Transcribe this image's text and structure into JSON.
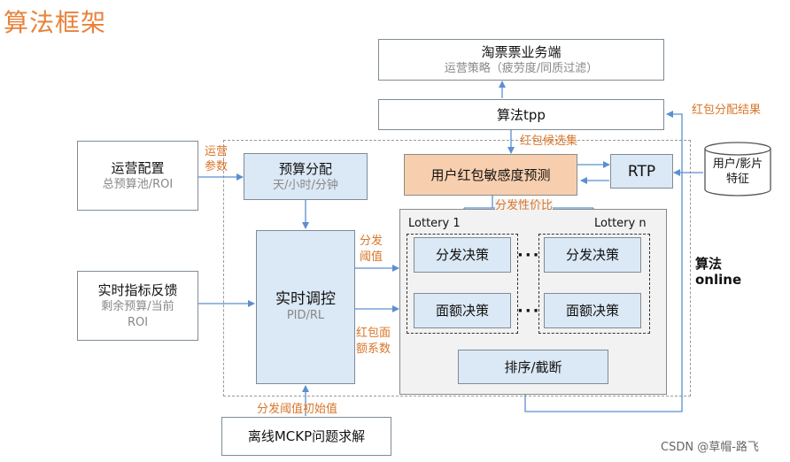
{
  "title": "算法框架",
  "boxes": {
    "ticket_app": {
      "main": "淘票票业务端",
      "sub": "运营策略（疲劳度/同质过滤）"
    },
    "algo_tpp": {
      "main": "算法tpp"
    },
    "ops_config": {
      "main": "运营配置",
      "sub": "总预算池/ROI"
    },
    "budget_alloc": {
      "main": "预算分配",
      "sub": "天/小时/分钟"
    },
    "sensitivity": {
      "main": "用户红包敏感度预测"
    },
    "rtp": {
      "main": "RTP"
    },
    "user_features": {
      "main": "用户/影片特征"
    },
    "realtime_feedback": {
      "main": "实时指标反馈",
      "sub": "剩余预算/当前ROI"
    },
    "realtime_control": {
      "main": "实时调控",
      "sub": "PID/RL"
    },
    "lottery1": {
      "label": "Lottery 1"
    },
    "lotteryn": {
      "label": "Lottery n"
    },
    "dispatch1": {
      "main": "分发决策"
    },
    "amount1": {
      "main": "面额决策"
    },
    "dispatchn": {
      "main": "分发决策"
    },
    "amountn": {
      "main": "面额决策"
    },
    "sort": {
      "main": "排序/截断"
    },
    "mckp": {
      "main": "离线MCKP问题求解"
    }
  },
  "labels": {
    "ops_params_1": "运营",
    "ops_params_2": "参数",
    "redpack_candidates": "红包候选集",
    "dispatch_value": "分发性价比",
    "dispatch_threshold_1": "分发",
    "dispatch_threshold_2": "阈值",
    "face_coef_1": "红包面",
    "face_coef_2": "额系数",
    "threshold_init": "分发阈值初始值",
    "allocation_result": "红包分配结果",
    "algo_online_1": "算法",
    "algo_online_2": "online",
    "ellipsis": "···"
  },
  "watermark": "CSDN @草帽-路飞",
  "colors": {
    "accent": "#e8823a",
    "label": "#d9762a",
    "box_blue": "#dbe8f5",
    "box_peach": "#f8cfae",
    "arrow": "#5b8fd0"
  }
}
